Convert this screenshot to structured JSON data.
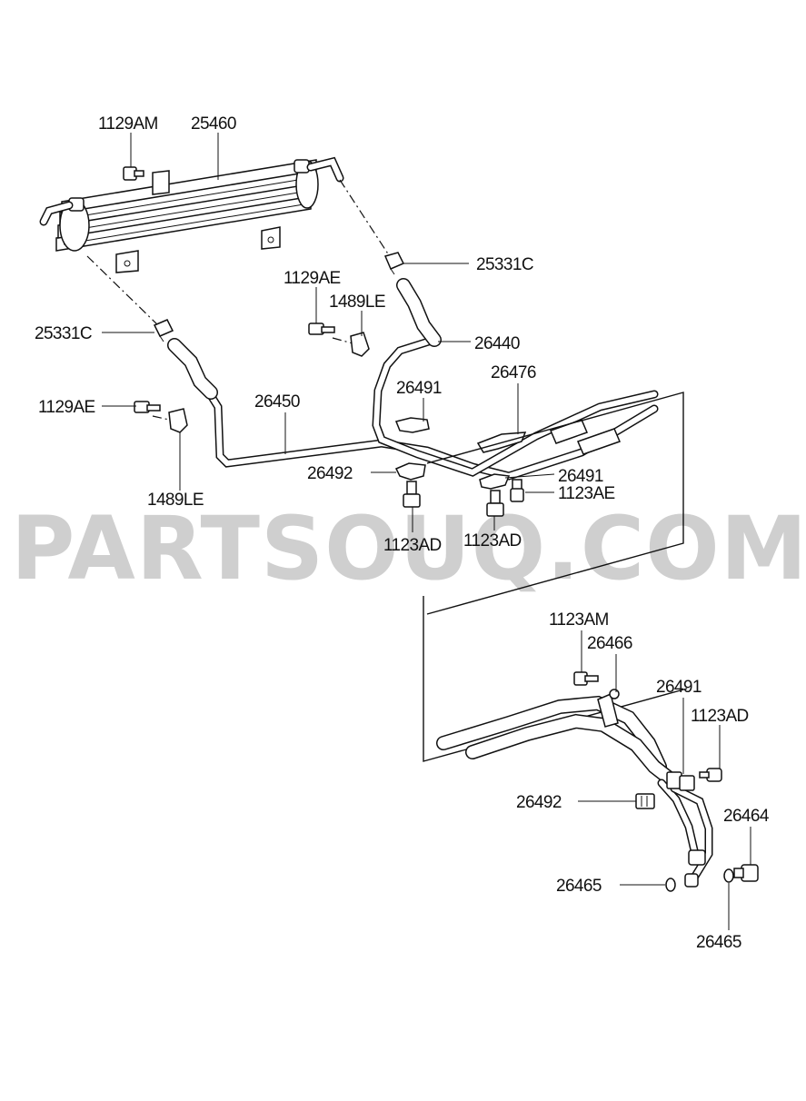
{
  "watermark": "PARTSOUQ.COM",
  "labels": {
    "p1129AM": "1129AM",
    "p25460": "25460",
    "p25331C_top": "25331C",
    "p25331C_left": "25331C",
    "p1129AE_mid": "1129AE",
    "p1489LE_mid": "1489LE",
    "p26440": "26440",
    "p26476": "26476",
    "p26491_a": "26491",
    "p1129AE_left": "1129AE",
    "p26450": "26450",
    "p26492_a": "26492",
    "p26491_b": "26491",
    "p1123AE": "1123AE",
    "p1489LE_left": "1489LE",
    "p1123AD_a": "1123AD",
    "p1123AD_b": "1123AD",
    "p1123AM": "1123AM",
    "p26466": "26466",
    "p26491_c": "26491",
    "p1123AD_c": "1123AD",
    "p26492_b": "26492",
    "p26464": "26464",
    "p26465_a": "26465",
    "p26465_b": "26465"
  }
}
